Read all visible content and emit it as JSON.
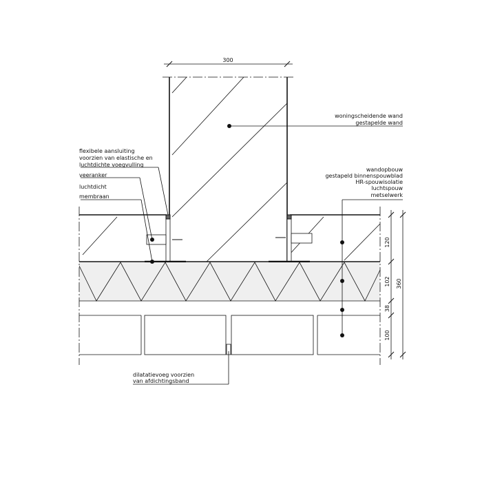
{
  "dimensions": {
    "wall_width": "300",
    "inner_leaf": "120",
    "insulation": "102",
    "cavity": "38",
    "brick": "100",
    "total": "360"
  },
  "labels": {
    "wall": [
      "woningscheidende wand",
      "gestapelde wand"
    ],
    "joint": [
      "flexibele aansluiting",
      "voorzien van elastische en",
      "luchtdichte voegvulling"
    ],
    "anchor": "veeranker",
    "membrane": [
      "luchtdicht",
      "membraan"
    ],
    "buildup": [
      "wandopbouw",
      "gestapeld binnenspouwblad",
      "HR-spouwisolatie",
      "luchtspouw",
      "metselwerk"
    ],
    "expansion": [
      "dilatatievoeg voorzien",
      "van afdichtingsband"
    ]
  },
  "colors": {
    "line": "#111111",
    "insulation": "#efefef"
  }
}
